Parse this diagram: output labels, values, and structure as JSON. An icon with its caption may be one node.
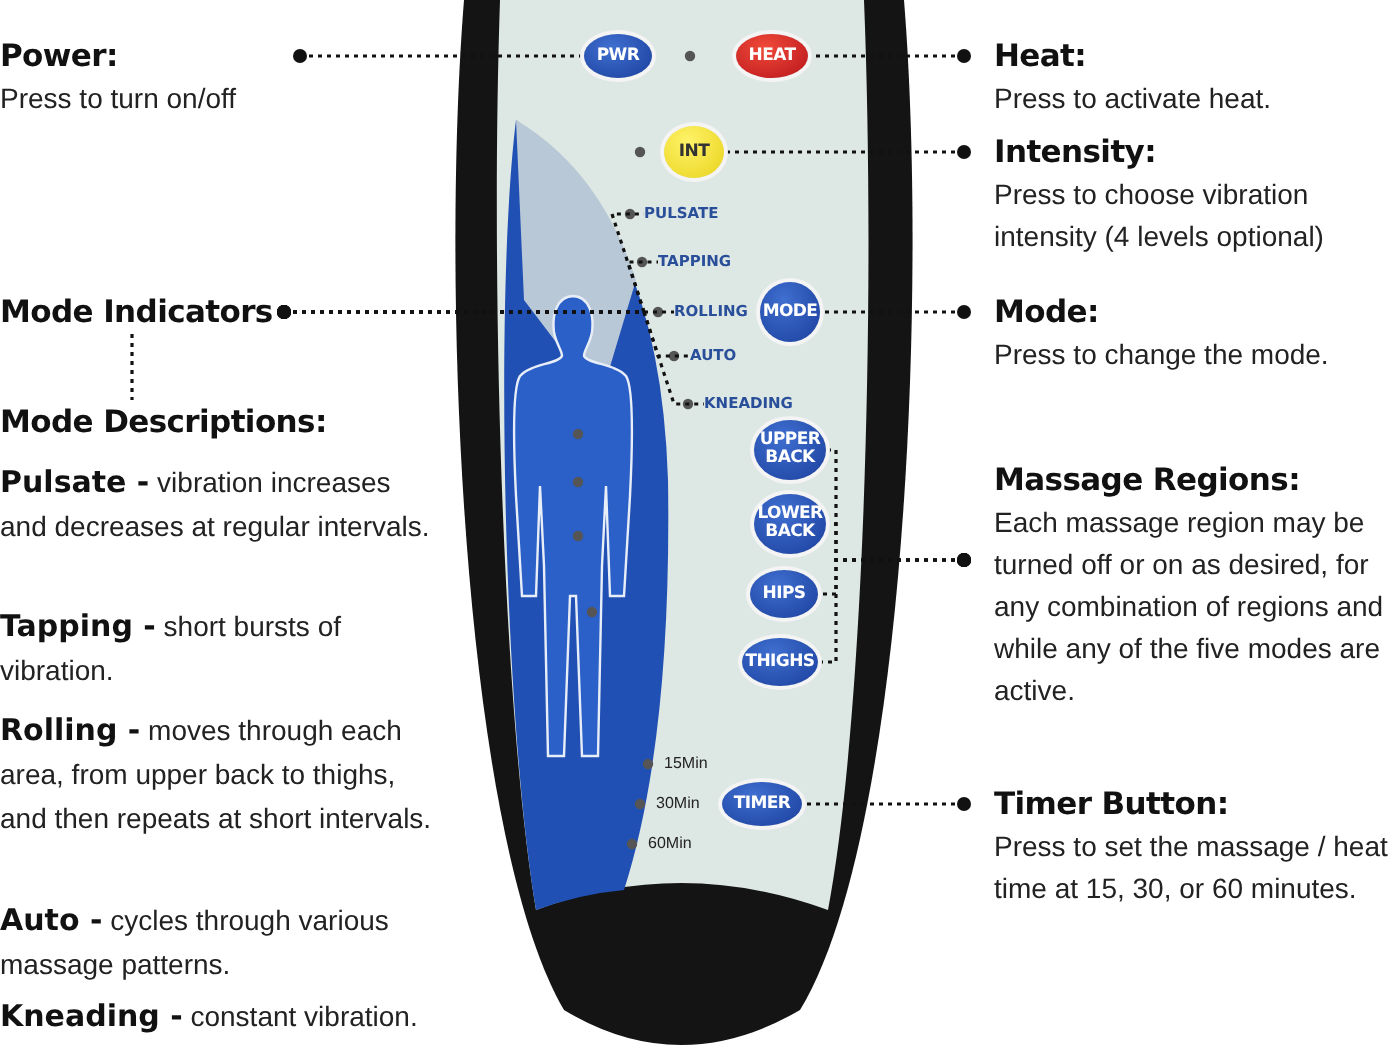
{
  "diagram": {
    "nodes": [
      {
        "text": [
          "Power:",
          "Press to turn on/off"
        ]
      },
      {
        "text": [
          "PWR"
        ]
      },
      {
        "text": [
          "HEAT"
        ]
      },
      {
        "text": [
          "Heat:",
          "Press to activate heat."
        ]
      },
      {
        "text": [
          "INT"
        ]
      },
      {
        "text": [
          "Intensity:",
          "Press to choose vibration intensity (4 levels optional)"
        ]
      },
      {
        "text": [
          "PULSATE"
        ]
      },
      {
        "text": [
          "TAPPING"
        ]
      },
      {
        "text": [
          "Mode Indicators"
        ]
      },
      {
        "text": [
          "ROLLING"
        ]
      },
      {
        "text": [
          "MODE"
        ]
      },
      {
        "text": [
          "Mode:",
          "Press to change the mode."
        ]
      },
      {
        "text": [
          "AUTO"
        ]
      },
      {
        "text": [
          "KNEADING"
        ]
      },
      {
        "text": [
          "Mode Descriptions:"
        ]
      },
      {
        "text": [
          "UPPER BACK"
        ]
      },
      {
        "text": [
          "Massage Regions:",
          "Each massage region may be turned off or on as desired, for any combination of regions and while any of the five modes are active."
        ]
      },
      {
        "text": [
          "LOWER BACK"
        ]
      },
      {
        "text": [
          "HIPS"
        ]
      },
      {
        "text": [
          "THIGHS"
        ]
      },
      {
        "text": [
          "TIMER"
        ]
      },
      {
        "text": [
          "Timer Button:",
          "Press to set the massage / heat time at 15, 30, or 60 minutes."
        ]
      }
    ],
    "edges": [
      {
        "from": 0,
        "to": 1,
        "arrow": "other"
      },
      {
        "from": 3,
        "to": 2,
        "arrow": "other"
      },
      {
        "from": 5,
        "to": 4,
        "arrow": "other"
      },
      {
        "from": 8,
        "to": 6,
        "arrow": "other"
      },
      {
        "from": 8,
        "to": 7,
        "arrow": "other"
      },
      {
        "from": 8,
        "to": 9,
        "arrow": "other"
      },
      {
        "from": 8,
        "to": 12,
        "arrow": "other"
      },
      {
        "from": 8,
        "to": 13,
        "arrow": "other"
      },
      {
        "from": 11,
        "to": 10,
        "arrow": "other"
      },
      {
        "from": 8,
        "to": 14,
        "arrow": "none"
      },
      {
        "from": 16,
        "to": 15,
        "arrow": "other"
      },
      {
        "from": 16,
        "to": 17,
        "arrow": "other"
      },
      {
        "from": 16,
        "to": 18,
        "arrow": "other"
      },
      {
        "from": 16,
        "to": 19,
        "arrow": "other"
      },
      {
        "from": 21,
        "to": 20,
        "arrow": "other"
      }
    ],
    "labels": [
      "**Pulsate -** vibration increases and decreases at regular intervals.",
      "**Tapping -** short bursts of vibration.",
      "**Rolling -** moves through each area, from upper back to thighs, and then repeats at short intervals.",
      "15Min",
      "30Min",
      "60Min",
      "**Auto -** cycles through various massage patterns.",
      "**Kneading -** constant vibration."
    ]
  }
}
